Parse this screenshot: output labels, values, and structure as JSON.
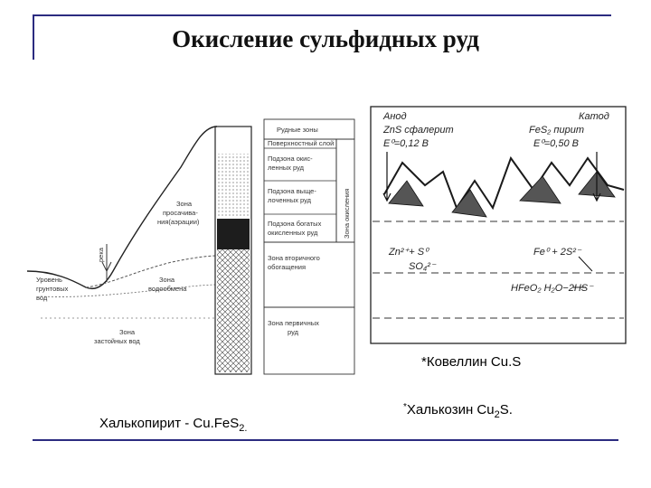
{
  "title": "Окисление сульфидных руд",
  "captions": {
    "covellite": "*Ковеллин Cu.S",
    "chalcocite_prefix": "*",
    "chalcocite_main": "Халькозин Cu",
    "chalcocite_sub": "2",
    "chalcocite_end": "S.",
    "chalcopyrite_main": "Халькопирит - Cu.FeS",
    "chalcopyrite_sub": "2."
  },
  "left_diagram": {
    "zone_boxes": [
      "Рудные зоны",
      "Поверхностный слой",
      "Подзона окис-",
      "ленных руд",
      "Подзона выще-",
      "лоченных руд",
      "Подзона богатых",
      "окисленных руд",
      "Зона вторичного",
      "обогащения",
      "Зона первичных",
      "руд"
    ],
    "vertical_label": "Зона окисления",
    "left_labels": {
      "infiltration_1": "Зона",
      "infiltration_2": "просачива-",
      "infiltration_3": "ния(аэрации)",
      "river": "река",
      "groundwater_1": "Уровень",
      "groundwater_2": "грунтовых",
      "groundwater_3": "вод",
      "exchange_1": "Зона",
      "exchange_2": "водообмена",
      "stagnant_1": "Зона",
      "stagnant_2": "застойных вод"
    }
  },
  "right_diagram": {
    "anode_1": "Анод",
    "anode_2": "ZnS сфалерит",
    "anode_3": "E⁰=0,12 В",
    "cathode_1": "Катод",
    "cathode_2": "FeS₂ пирит",
    "cathode_3": "E⁰=0,50 В",
    "reaction_zn": "Zn²⁺+ S⁰",
    "reaction_so4": "SO₄²⁻",
    "reaction_fe": "Fe⁰ + 2S²⁻",
    "reaction_hfe": "HFeO₂  H₂O−2HS⁻"
  },
  "colors": {
    "rule": "#2b2b80",
    "ink": "#1a1a1a"
  }
}
